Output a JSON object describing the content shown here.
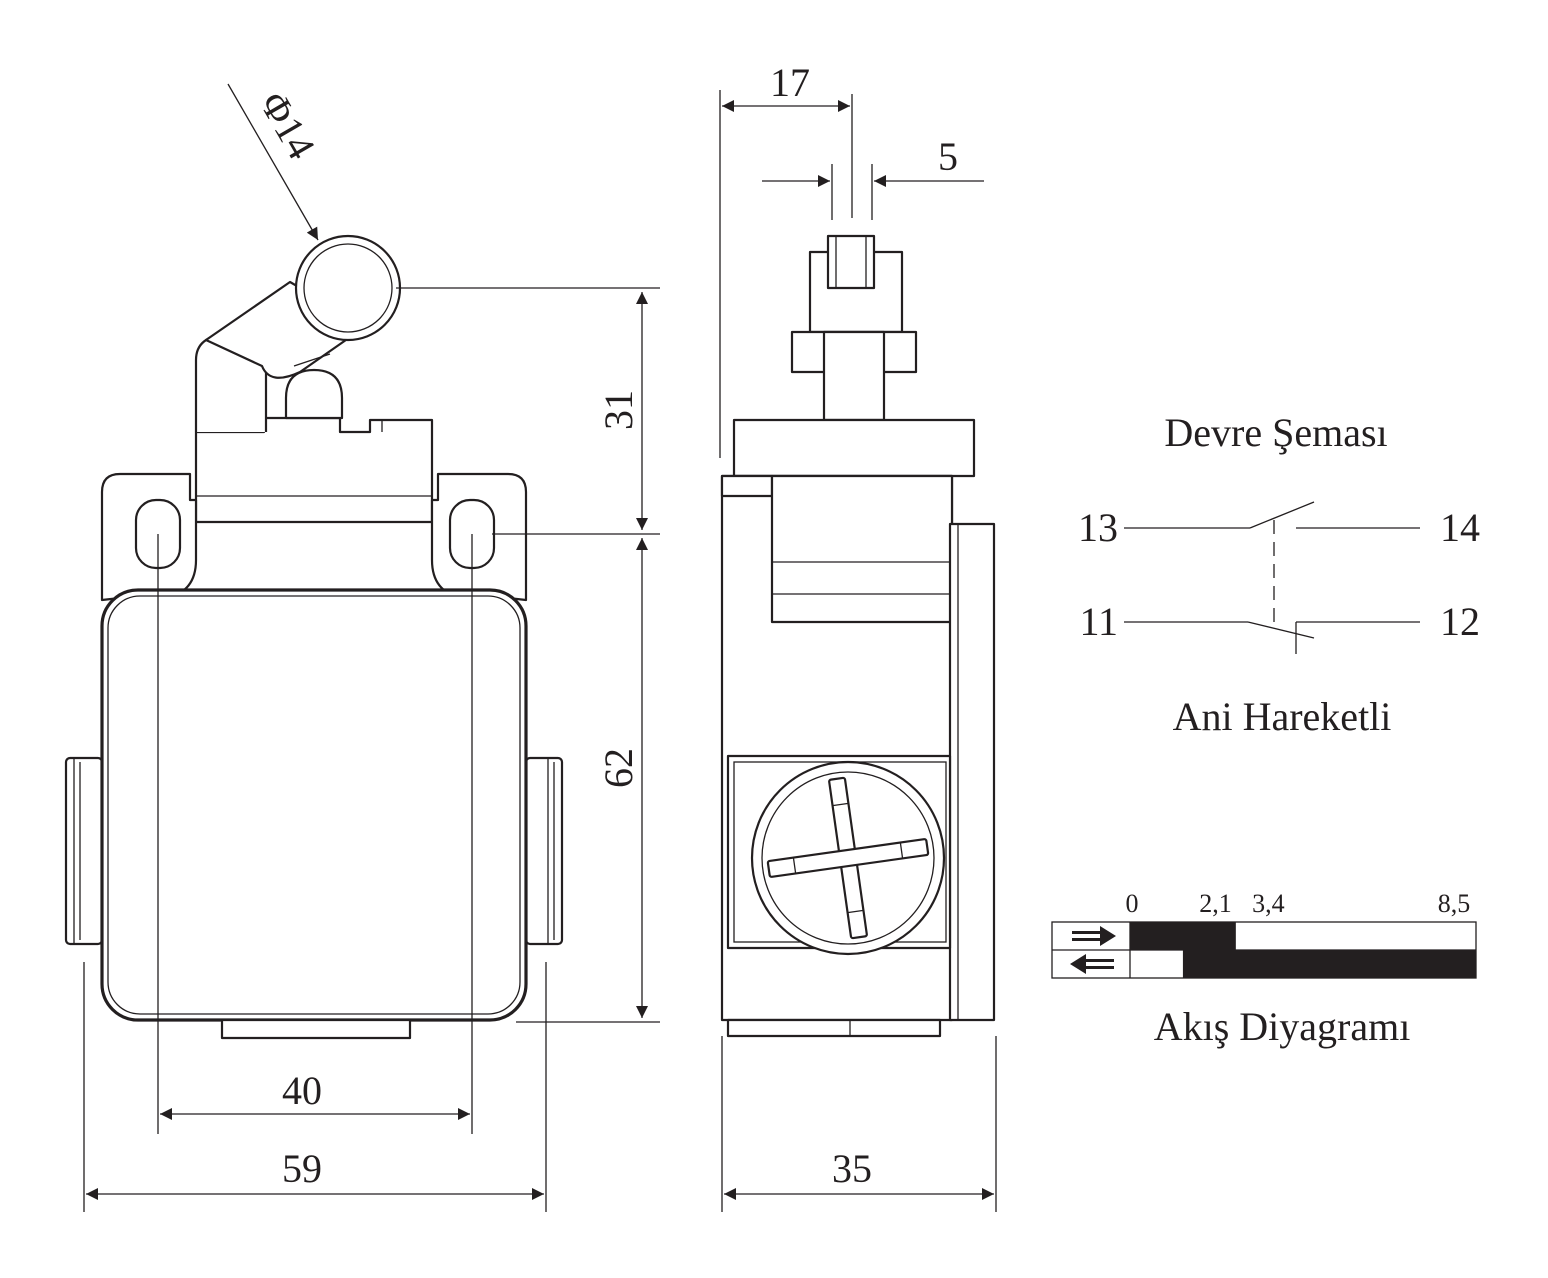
{
  "dimensions": {
    "roller_diameter": "Φ14",
    "lever_height": "31",
    "body_height": "62",
    "hole_spacing": "40",
    "total_width": "59",
    "side_offset": "17",
    "roller_width": "5",
    "depth": "35"
  },
  "circuit": {
    "title": "Devre Şeması",
    "subtitle": "Ani Hareketli",
    "terminals": [
      "13",
      "14",
      "11",
      "12"
    ]
  },
  "flow_diagram": {
    "title": "Akış Diyagramı",
    "ticks": [
      "0",
      "2,1",
      "3,4",
      "8,5"
    ],
    "tick_values": [
      0,
      2.1,
      3.4,
      8.5
    ],
    "row_on": [
      [
        0,
        2.6
      ]
    ],
    "row_off": [
      [
        1.3,
        8.5
      ]
    ]
  },
  "colors": {
    "ink": "#231f20",
    "paper": "#ffffff"
  }
}
